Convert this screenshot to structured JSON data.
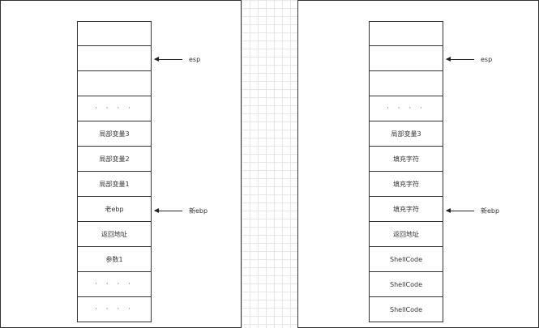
{
  "left_stack": {
    "cells": [
      "",
      "",
      "",
      "· · · ·",
      "局部变量3",
      "局部变量2",
      "局部变量1",
      "老ebp",
      "返回地址",
      "参数1",
      "· · · ·",
      "· · · ·"
    ],
    "pointers": [
      {
        "label": "esp",
        "row": 1
      },
      {
        "label": "新ebp",
        "row": 7
      }
    ]
  },
  "right_stack": {
    "cells": [
      "",
      "",
      "",
      "· · · ·",
      "局部变量3",
      "填充字符",
      "填充字符",
      "填充字符",
      "返回地址",
      "ShellCode",
      "ShellCode",
      "ShellCode"
    ],
    "pointers": [
      {
        "label": "esp",
        "row": 1
      },
      {
        "label": "新ebp",
        "row": 7
      }
    ]
  }
}
